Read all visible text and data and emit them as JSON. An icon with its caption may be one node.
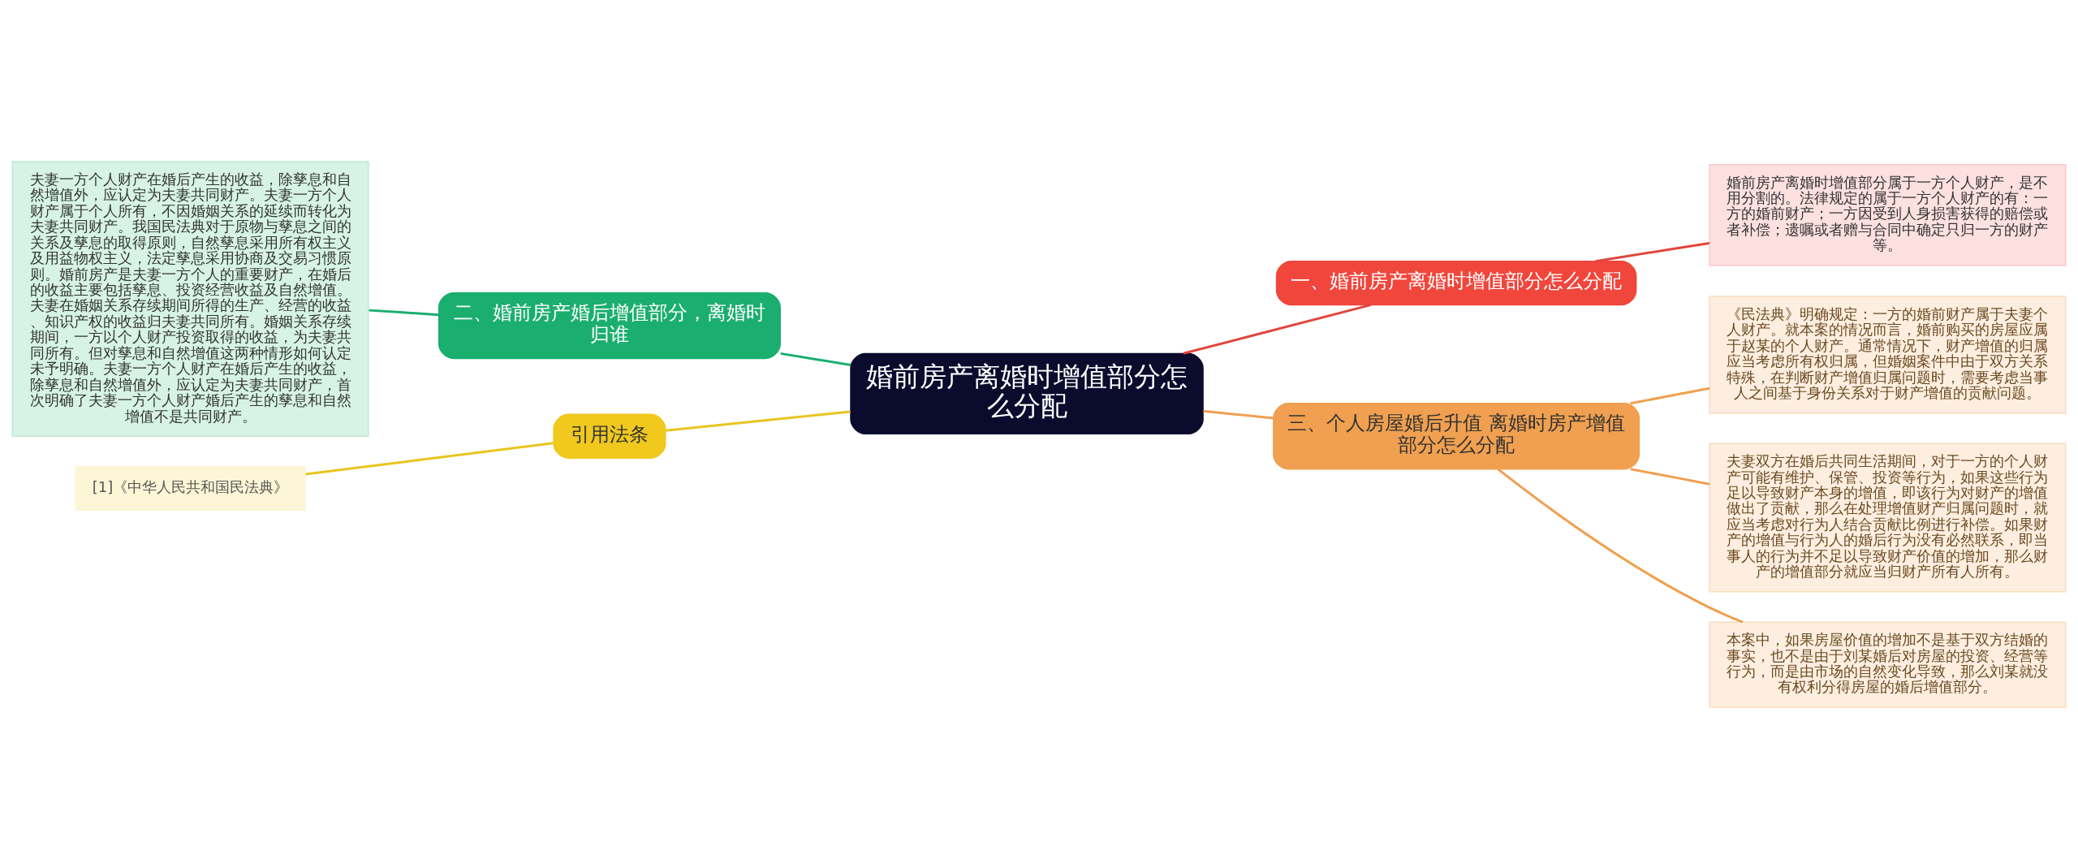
{
  "diagram": {
    "nodes": [
      {
        "text": [
          "婚前房产离婚时增值部分怎么分配"
        ]
      },
      {
        "text": [
          "一、婚前房产离婚时增值部分怎么分配"
        ]
      },
      {
        "text": [
          "婚前房产离婚时增值部分属于一方个人财产，是不用分割的。法律规定的属于一方个人财产的有：一方的婚前财产；一方因受到人身损害获得的赔偿或者补偿；遗嘱或者赠与合同中确定只归一方的财产等。"
        ]
      },
      {
        "text": [
          "二、婚前房产婚后增值部分，离婚时归谁"
        ]
      },
      {
        "text": [
          "夫妻一方个人财产在婚后产生的收益，除孳息和自然增值外，应认定为夫妻共同财产。夫妻一方个人财产属于个人所有，不因婚姻关系的延续而转化为夫妻共同财产。我国民法典对于原物与孳息之间的关系及孳息的取得原则，自然孳息采用所有权主义及用益物权主义，法定孳息采用协商及交易习惯原则。婚前房产是夫妻一方个人的重要财产，在婚后的收益主要包括孳息、投资经营收益及自然增值。夫妻在婚姻关系存续期间所得的生产、经营的收益、知识产权的收益归夫妻共同所有。婚姻关系存续期间，一方以个人财产投资取得的收益，为夫妻共同所有。但对孳息和自然增值这两种情形如何认定未予明确。夫妻一方个人财产在婚后产生的收益，除孳息和自然增值外，应认定为夫妻共同财产，首次明确了夫妻一方个人财产婚后产生的孳息和自然增值不是共同财产。"
        ]
      },
      {
        "text": [
          "三、个人房屋婚后升值 离婚时房产增值部分怎么分配"
        ]
      },
      {
        "text": [
          "《民法典》明确规定：一方的婚前财产属于夫妻个人财产。就本案的情况而言，婚前购买的房屋应属于赵某的个人财产。通常情况下，财产增值的归属应当考虑所有权归属，但婚姻案件中由于双方关系特殊，在判断财产增值归属问题时，需要考虑当事人之间基于身份关系对于财产增值的贡献问题。"
        ]
      },
      {
        "text": [
          "夫妻双方在婚后共同生活期间，对于一方的个人财产可能有维护、保管、投资等行为，如果这些行为足以导致财产本身的增值，即该行为对财产的增值做出了贡献，那么在处理增值财产归属问题时，就应当考虑对行为人结合贡献比例进行补偿。如果财产的增值与行为人的婚后行为没有必然联系，即当事人的行为并不足以导致财产价值的增加，那么财产的增值部分就应当归财产所有人所有。"
        ]
      },
      {
        "text": [
          "本案中，如果房屋价值的增加不是基于双方结婚的事实，也不是由于刘某婚后对房屋的投资、经营等行为，而是由市场的自然变化导致，那么刘某就没有权利分得房屋的婚后增值部分。"
        ]
      },
      {
        "text": [
          "引用法条"
        ]
      },
      {
        "text": [
          "[1]《中华人民共和国民法典》"
        ]
      }
    ],
    "edges": [
      {
        "from": 0,
        "to": 1,
        "arrow": "none",
        "color": "#e0463c"
      },
      {
        "from": 1,
        "to": 2,
        "arrow": "none",
        "color": "#e0463c"
      },
      {
        "from": 0,
        "to": 3,
        "arrow": "none",
        "color": "#1aae6f"
      },
      {
        "from": 3,
        "to": 4,
        "arrow": "none",
        "color": "#1aae6f"
      },
      {
        "from": 0,
        "to": 5,
        "arrow": "none",
        "color": "#f0a050"
      },
      {
        "from": 5,
        "to": 6,
        "arrow": "none",
        "color": "#f0a050"
      },
      {
        "from": 5,
        "to": 7,
        "arrow": "none",
        "color": "#f0a050"
      },
      {
        "from": 5,
        "to": 8,
        "arrow": "none",
        "color": "#f0a050"
      },
      {
        "from": 0,
        "to": 9,
        "arrow": "none",
        "color": "#e8c520"
      },
      {
        "from": 9,
        "to": 10,
        "arrow": "none",
        "color": "#e8c520"
      }
    ]
  }
}
